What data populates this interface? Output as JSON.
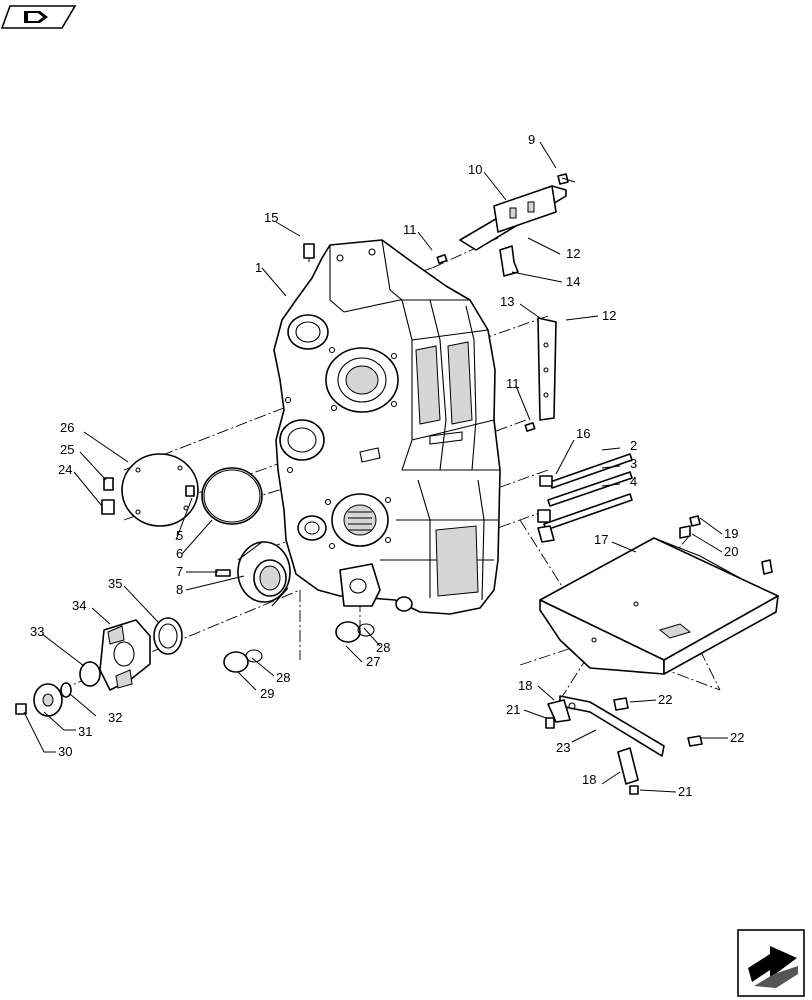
{
  "callouts": [
    "1",
    "2",
    "3",
    "4",
    "5",
    "6",
    "7",
    "8",
    "9",
    "10",
    "11",
    "11",
    "12",
    "12",
    "13",
    "14",
    "15",
    "16",
    "17",
    "18",
    "18",
    "19",
    "20",
    "21",
    "21",
    "22",
    "22",
    "23",
    "24",
    "25",
    "26",
    "27",
    "28",
    "28",
    "29",
    "30",
    "31",
    "32",
    "33",
    "34",
    "35"
  ],
  "icons": {
    "top_left": "book-navigation-icon",
    "bottom_right": "next-page-arrow-icon"
  }
}
